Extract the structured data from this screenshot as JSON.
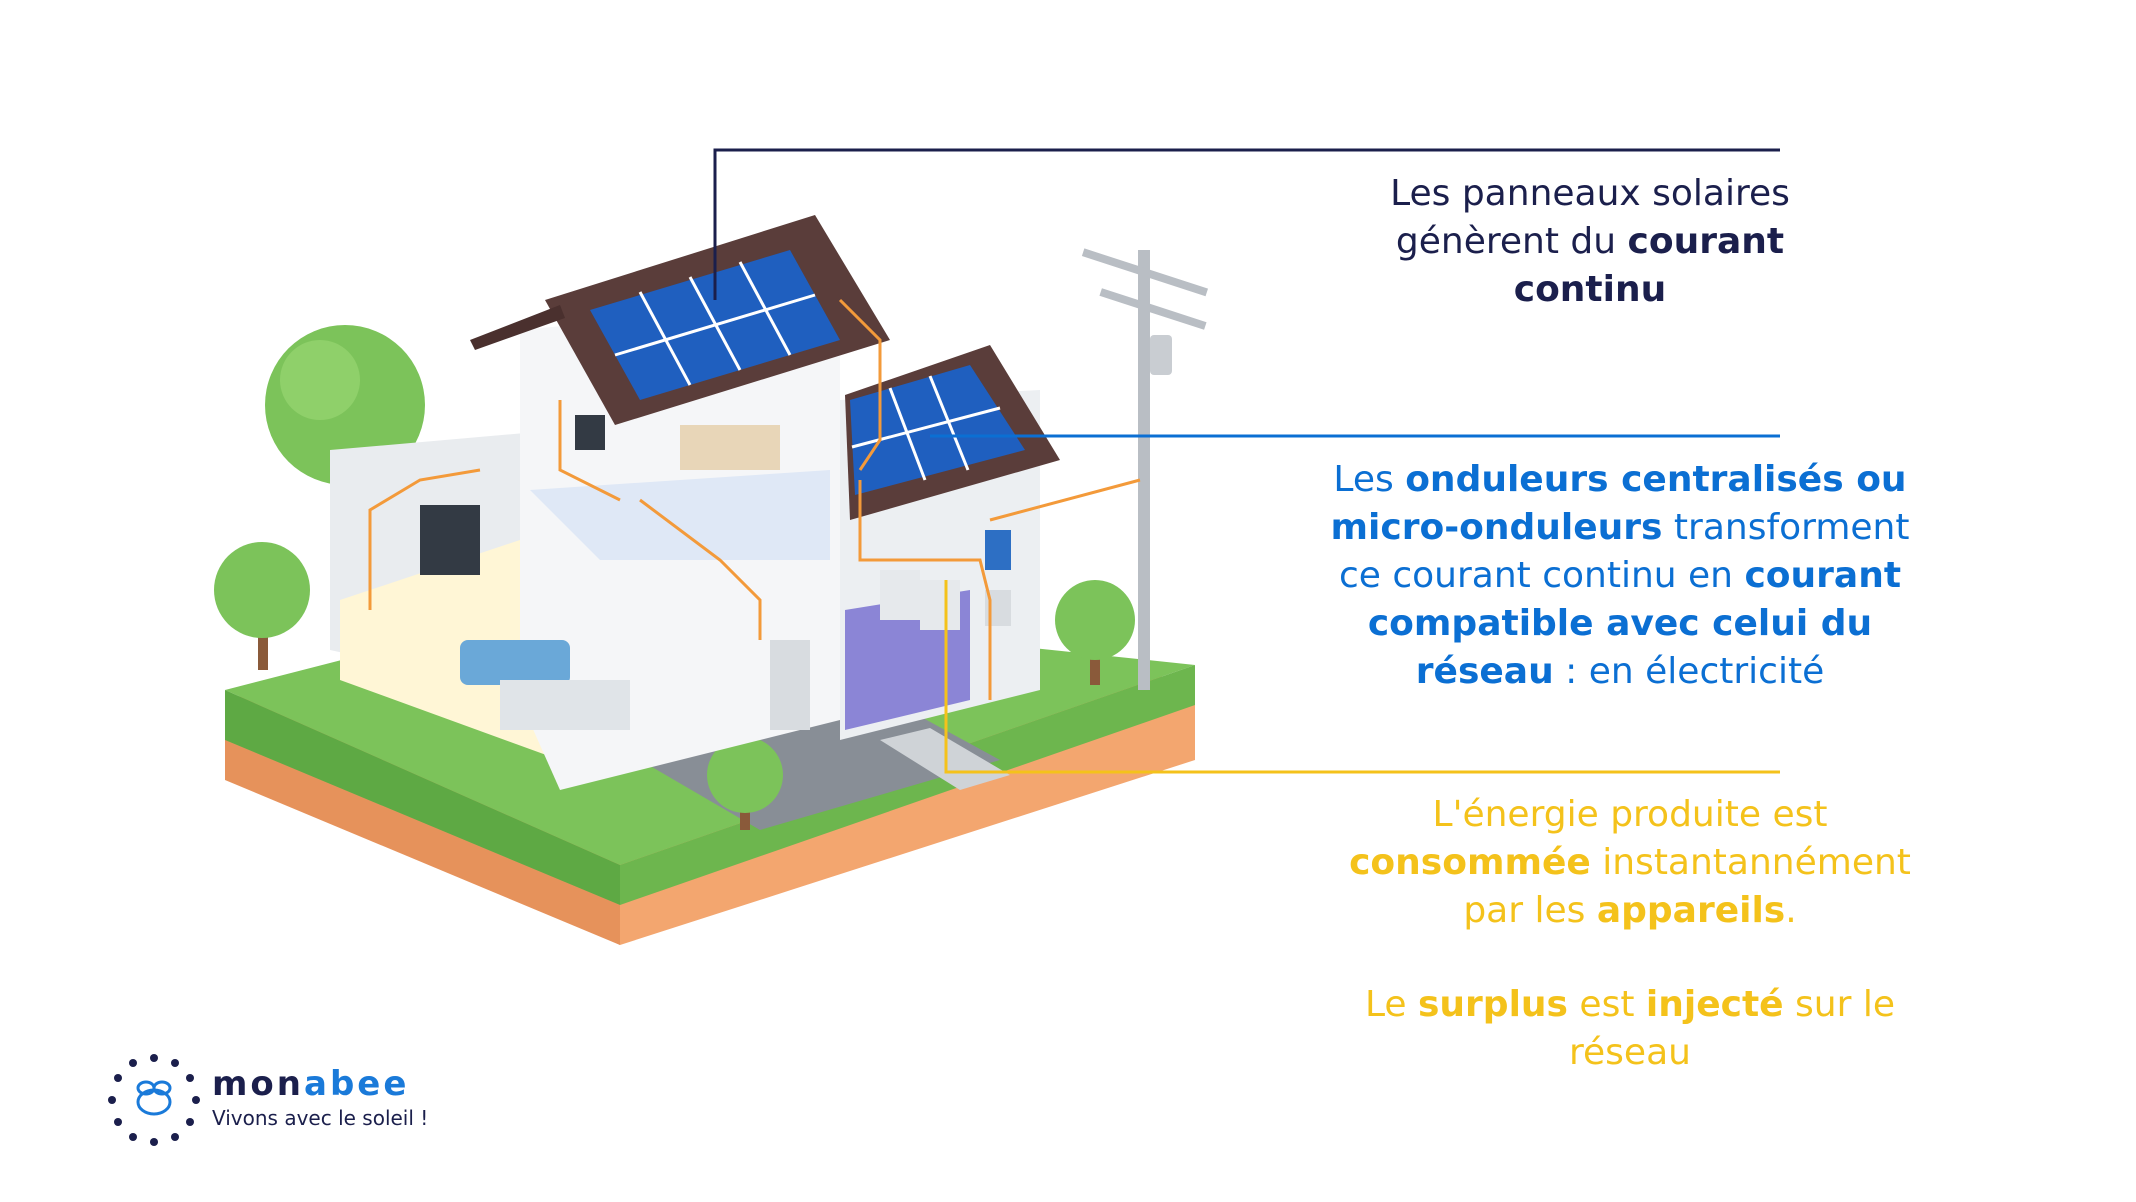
{
  "callouts": {
    "panels": {
      "line1": "Les panneaux solaires",
      "line2_pre": "génèrent du ",
      "line2_bold": "courant",
      "line3_bold": "continu"
    },
    "inverters": {
      "line1_pre": "Les ",
      "line1_bold": "onduleurs centralisés ou",
      "line2_bold": "micro-onduleurs",
      "line2_post": " transforment",
      "line3_pre": "ce courant continu en ",
      "line3_bold": "courant",
      "line4_bold": "compatible avec celui du",
      "line5_bold": "réseau",
      "line5_post": " : en électricité"
    },
    "consumption": {
      "line1": "L'énergie produite est",
      "line2_bold": "consommée",
      "line2_post": " instantannément",
      "line3_pre": "par les ",
      "line3_bold": "appareils",
      "line3_post": ".",
      "line4_pre": "Le ",
      "line4_bold1": "surplus",
      "line4_mid": " est ",
      "line4_bold2": "injecté",
      "line4_post": " sur le",
      "line5": "réseau"
    }
  },
  "logo": {
    "name_part1": "mon",
    "name_part2": "abee",
    "tagline": "Vivons avec le soleil !"
  },
  "colors": {
    "navy": "#1b1f4c",
    "blue": "#0b6fd3",
    "yellow": "#f4c21b",
    "wire": "#f39a3a",
    "roof": "#5a3d3a",
    "panel": "#1f5fbf",
    "grass": "#7cc35a",
    "soil": "#f3a66f"
  }
}
